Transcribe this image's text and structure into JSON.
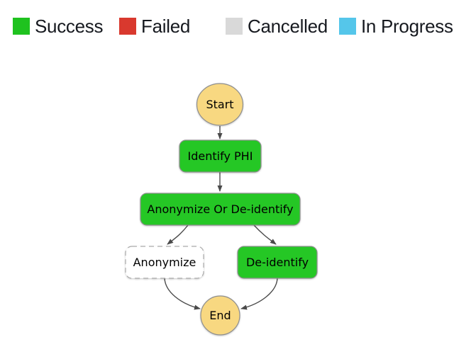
{
  "legend": {
    "items": [
      {
        "label": "Success",
        "color": "#1fc21f"
      },
      {
        "label": "Failed",
        "color": "#d9392e"
      },
      {
        "label": "Cancelled",
        "color": "#d9d9d9"
      },
      {
        "label": "In Progress",
        "color": "#55c6ea"
      }
    ]
  },
  "diagram": {
    "nodes": [
      {
        "id": "start",
        "label": "Start",
        "shape": "ellipse",
        "status": "terminal"
      },
      {
        "id": "identify-phi",
        "label": "Identify PHI",
        "shape": "box",
        "status": "success"
      },
      {
        "id": "anonymize-or-de-identify",
        "label": "Anonymize Or De-identify",
        "shape": "box",
        "status": "success"
      },
      {
        "id": "anonymize",
        "label": "Anonymize",
        "shape": "box",
        "status": "not-run"
      },
      {
        "id": "de-identify",
        "label": "De-identify",
        "shape": "box",
        "status": "success"
      },
      {
        "id": "end",
        "label": "End",
        "shape": "ellipse",
        "status": "terminal"
      }
    ],
    "edges": [
      {
        "from": "Start",
        "to": "Identify PHI"
      },
      {
        "from": "Identify PHI",
        "to": "Anonymize Or De-identify"
      },
      {
        "from": "Anonymize Or De-identify",
        "to": "Anonymize"
      },
      {
        "from": "Anonymize Or De-identify",
        "to": "De-identify"
      },
      {
        "from": "Anonymize",
        "to": "End"
      },
      {
        "from": "De-identify",
        "to": "End"
      }
    ],
    "colors": {
      "success_fill": "#25c725",
      "terminal_fill": "#f8d881",
      "not_run_fill": "#ffffff",
      "node_border": "#8e8e8e",
      "dashed_border": "#ababab",
      "edge": "#4a4a4a",
      "node_text": "#000000",
      "legend_text": "#16191f"
    }
  }
}
